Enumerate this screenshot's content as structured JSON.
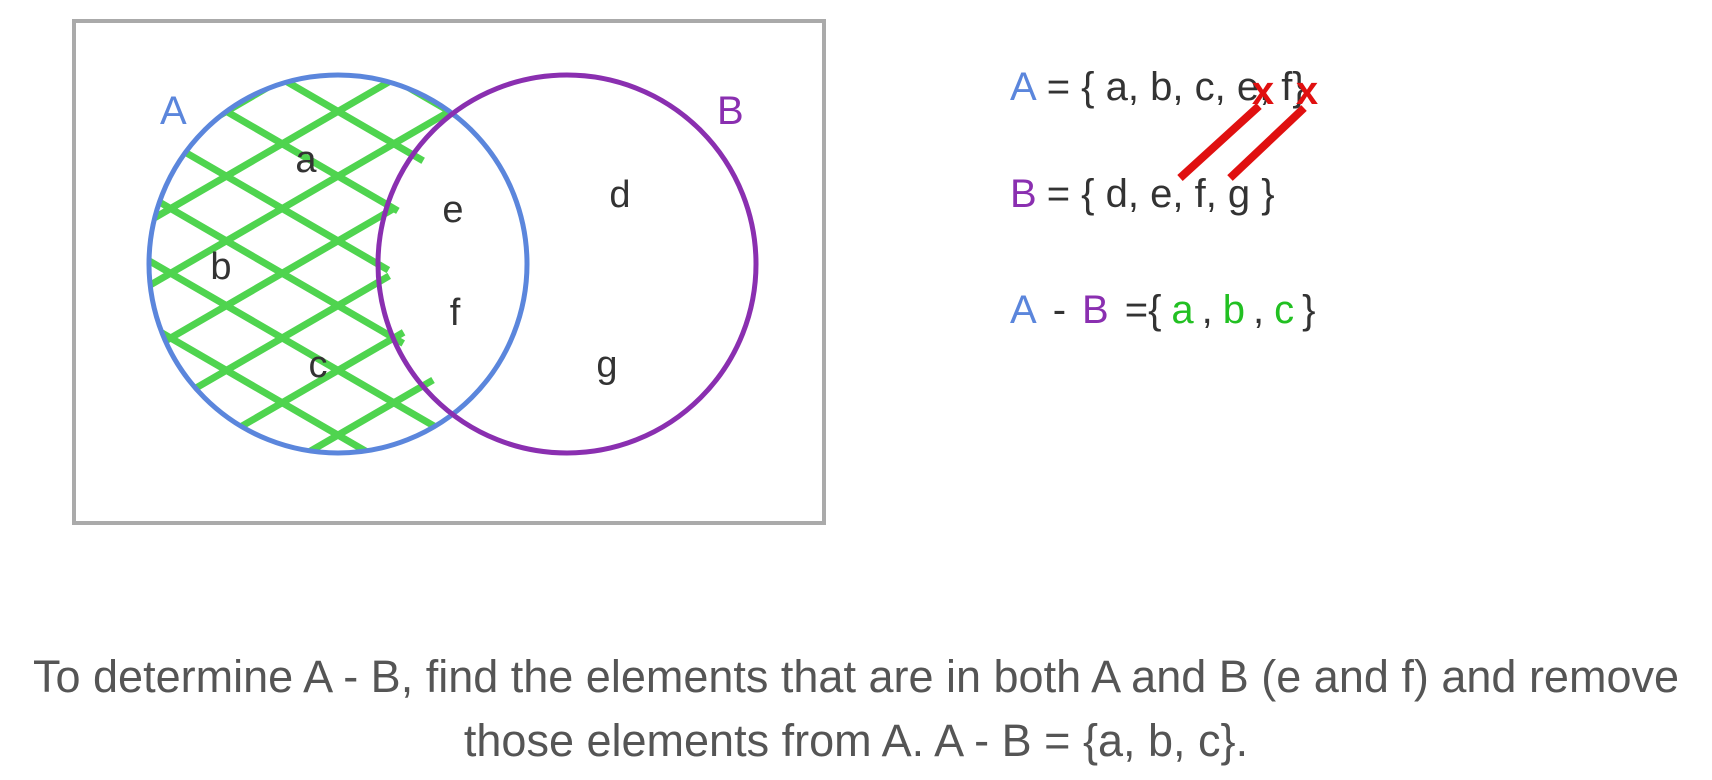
{
  "colors": {
    "set_a": "#5b86dc",
    "set_b": "#8a2fb0",
    "hatch": "#4fd44f",
    "highlight": "#22c022",
    "strike": "#e01010",
    "text": "#333333",
    "frame": "#aaaaaa",
    "caption": "#555555"
  },
  "venn": {
    "label_a": "A",
    "label_b": "B",
    "only_a": [
      "a",
      "b",
      "c"
    ],
    "both": [
      "e",
      "f"
    ],
    "only_b": [
      "d",
      "g"
    ]
  },
  "equations": {
    "line_a": {
      "set": "A",
      "open": "= { a, b, c, ",
      "struck_1": "e",
      "sep": ", ",
      "struck_2": "f",
      "close": "}",
      "cross_mark": "x"
    },
    "line_b": {
      "set": "B",
      "text": "= { d, e, f, g }"
    },
    "line_diff": {
      "set_a": "A",
      "minus": "-",
      "set_b": "B",
      "open": "={",
      "items": [
        "a",
        "b",
        "c"
      ],
      "comma": ",",
      "close": "}"
    }
  },
  "caption": {
    "line1": "To determine A - B, find the elements that are in both A and B (e and f) and remove",
    "line2": "those elements from A. A - B = {a, b, c}."
  }
}
